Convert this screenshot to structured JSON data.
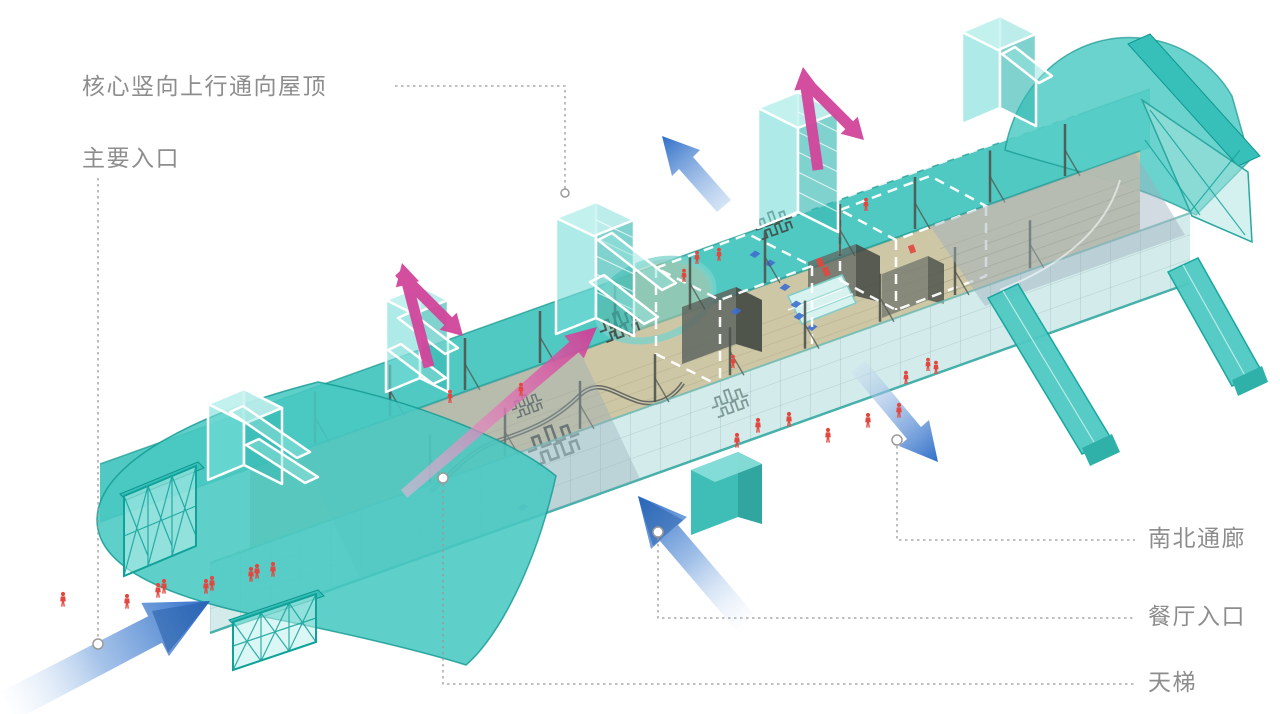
{
  "scene": {
    "type": "axonometric-architecture-circulation-diagram",
    "background": "#ffffff"
  },
  "colors": {
    "teal": "#44c5be",
    "teal-dark": "#0fa29a",
    "teal-light": "#9fe2de",
    "deck-tan": "#cbc5a2",
    "deck-line": "#8c8564",
    "glass-gray": "#aebfca",
    "arrow-blue": "#2f6fc8",
    "arrow-blue-light": "#cfe0f3",
    "magenta": "#d2459b",
    "magenta-light": "#f0b5d8",
    "red": "#e24840",
    "label-gray": "#8d8d8d",
    "leader-gray": "#9a9a9a",
    "column-dark": "#4e544e",
    "wall-dark": "#565b55",
    "white": "#ffffff"
  },
  "labels": {
    "core_vertical_roof": "核心竖向上行通向屋顶",
    "main_entrance": "主要入口",
    "north_south_corridor": "南北通廊",
    "restaurant_entrance": "餐厅入口",
    "sky_ladder": "天梯"
  },
  "arrows": [
    {
      "name": "main-entrance-flow",
      "color": "#2f6fc8",
      "direction": "up-right"
    },
    {
      "name": "restaurant-entrance-flow",
      "color": "#2f6fc8",
      "direction": "up-left"
    },
    {
      "name": "roof-plaza-flow",
      "color": "#2f6fc8",
      "direction": "up-left"
    },
    {
      "name": "north-south-corridor-flow",
      "color": "#2f6fc8",
      "direction": "down-right"
    },
    {
      "name": "core-2-vertical-up",
      "color": "#d2459b",
      "direction": "up"
    },
    {
      "name": "core-2-vertical-down",
      "color": "#d2459b",
      "direction": "down-right"
    },
    {
      "name": "core-4-vertical-up",
      "color": "#d2459b",
      "direction": "up"
    },
    {
      "name": "core-4-vertical-down",
      "color": "#d2459b",
      "direction": "down-right"
    },
    {
      "name": "sky-ladder-ascent",
      "color": "#d2459b",
      "direction": "up-right"
    }
  ]
}
